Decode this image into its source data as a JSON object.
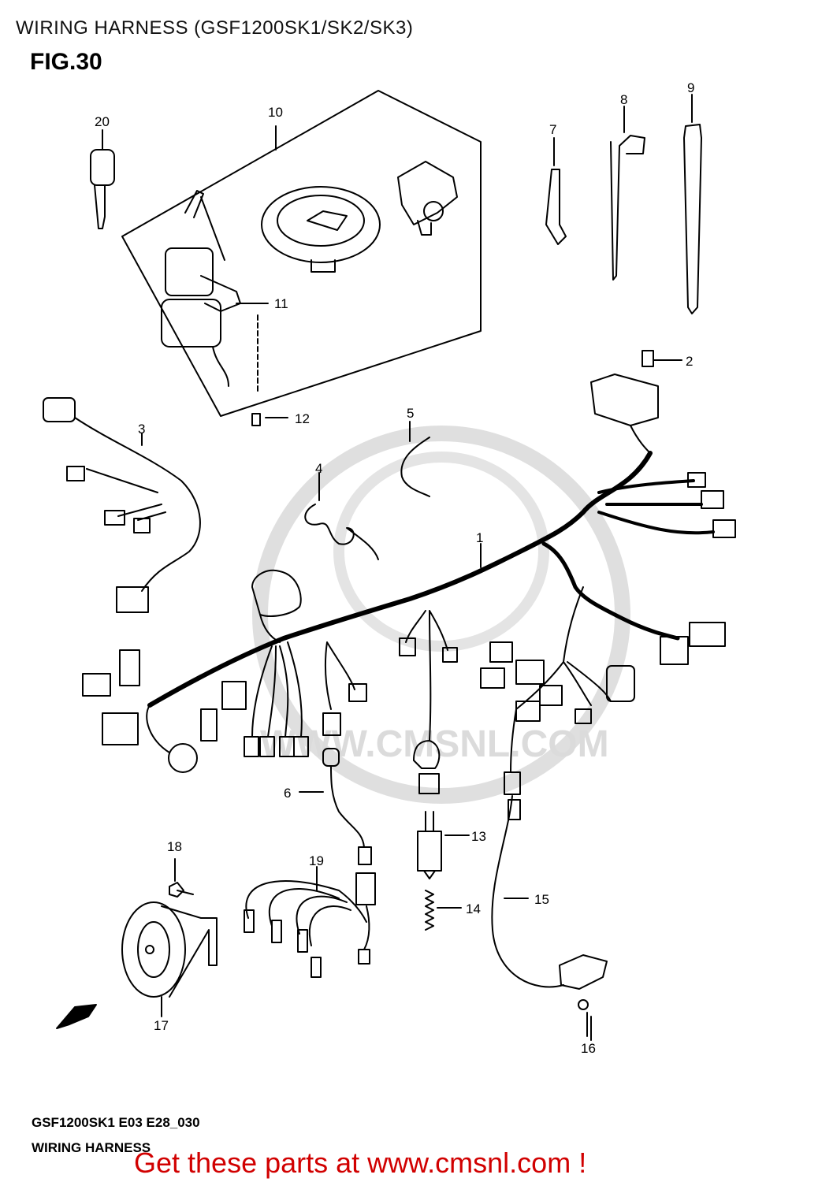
{
  "header": {
    "title": "WIRING HARNESS (GSF1200SK1/SK2/SK3)",
    "figure": "FIG.30"
  },
  "callouts": [
    "1",
    "2",
    "3",
    "4",
    "5",
    "6",
    "7",
    "8",
    "9",
    "10",
    "11",
    "12",
    "13",
    "14",
    "15",
    "16",
    "17",
    "18",
    "19",
    "20"
  ],
  "watermark": {
    "text": "WWW.CMSNL.COM"
  },
  "footer": {
    "code": "GSF1200SK1  E03  E28_030",
    "title": "WIRING HARNESS",
    "promo": "Get these parts at www.cmsnl.com !",
    "promo_color": "#d10000"
  }
}
